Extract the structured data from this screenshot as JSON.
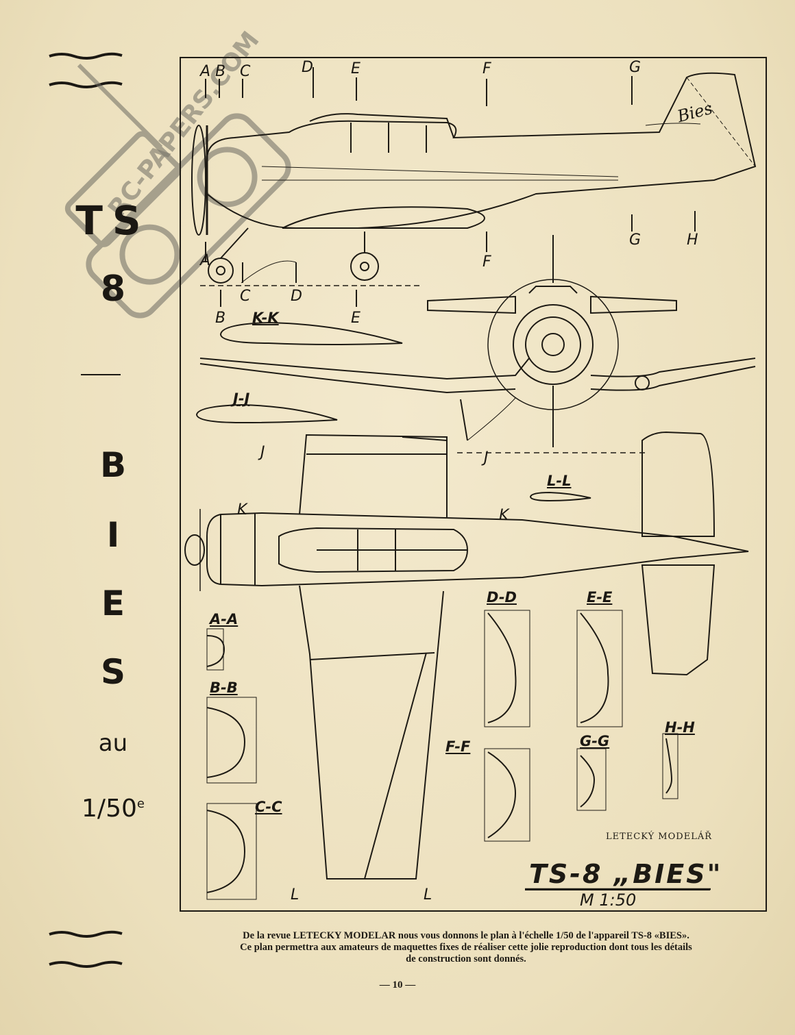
{
  "side": {
    "model": "TS",
    "number": "8",
    "dash": "—",
    "name_letters": [
      "B",
      "I",
      "E",
      "S"
    ],
    "au": "au",
    "scale": "1/50",
    "scale_sup": "e"
  },
  "stamp": {
    "text": "RC-PAPERS.COM"
  },
  "plan": {
    "stations_top": [
      "A",
      "B",
      "C",
      "D",
      "E",
      "F",
      "G"
    ],
    "station_labels": {
      "a_low": "A",
      "b_low": "B",
      "c_low": "C",
      "d_low": "D",
      "e_low": "E",
      "f_low": "F",
      "g_low": "G",
      "h_low": "H",
      "j_left": "J",
      "j_right": "J",
      "k_left": "K",
      "k_right": "K",
      "l_left": "L",
      "l_right": "L"
    },
    "sections": {
      "kk": "K-K",
      "jj": "J-J",
      "ll": "L-L",
      "aa": "A-A",
      "bb": "B-B",
      "cc": "C-C",
      "dd": "D-D",
      "ee": "E-E",
      "ff": "F-F",
      "gg": "G-G",
      "hh": "H-H"
    },
    "tail_script": "Bies",
    "publisher": "LETECKÝ MODELÁŘ",
    "title": "TS-8 „BIES\"",
    "scale": "M 1:50"
  },
  "caption": {
    "line1": "De la revue LETECKY MODELAR nous vous donnons le plan à l'échelle 1/50 de l'appareil TS-8 «BIES».",
    "line2": "Ce plan permettra aux amateurs de maquettes fixes de réaliser cette jolie reproduction dont tous les détails",
    "line3": "de construction sont donnés."
  },
  "page_number": "— 10 —"
}
